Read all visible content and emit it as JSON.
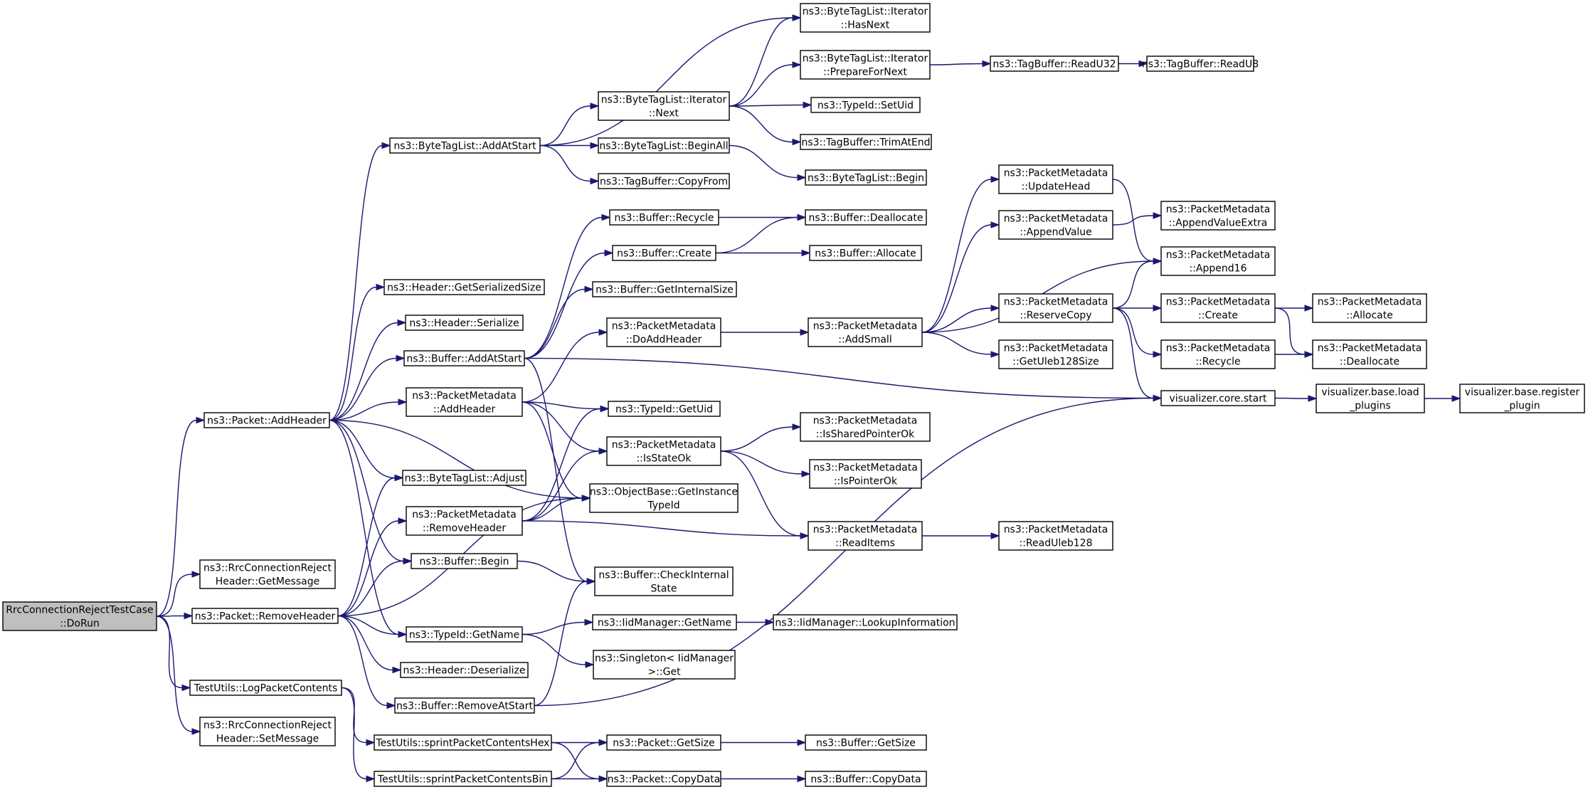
{
  "graph": {
    "title": "",
    "colors": {
      "edge": "#191970",
      "node_border": "#000000",
      "node_fill": "#ffffff",
      "root_fill": "#bfbfbf"
    },
    "nodes": [
      {
        "id": "root",
        "lines": [
          "RrcConnectionRejectTestCase",
          "::DoRun"
        ],
        "root": true
      },
      {
        "id": "getmsg",
        "lines": [
          "ns3::RrcConnectionReject",
          "Header::GetMessage"
        ]
      },
      {
        "id": "pkt_addheader",
        "lines": [
          "ns3::Packet::AddHeader"
        ]
      },
      {
        "id": "pkt_removeheader",
        "lines": [
          "ns3::Packet::RemoveHeader"
        ]
      },
      {
        "id": "logpkt",
        "lines": [
          "TestUtils::LogPacketContents"
        ]
      },
      {
        "id": "setmsg",
        "lines": [
          "ns3::RrcConnectionReject",
          "Header::SetMessage"
        ]
      },
      {
        "id": "btl_addatstart",
        "lines": [
          "ns3::ByteTagList::AddAtStart"
        ]
      },
      {
        "id": "hdr_getsersize",
        "lines": [
          "ns3::Header::GetSerializedSize"
        ]
      },
      {
        "id": "hdr_serialize",
        "lines": [
          "ns3::Header::Serialize"
        ]
      },
      {
        "id": "buf_addatstart",
        "lines": [
          "ns3::Buffer::AddAtStart"
        ]
      },
      {
        "id": "pm_addheader",
        "lines": [
          "ns3::PacketMetadata",
          "::AddHeader"
        ]
      },
      {
        "id": "btl_adjust",
        "lines": [
          "ns3::ByteTagList::Adjust"
        ]
      },
      {
        "id": "pm_removeheader",
        "lines": [
          "ns3::PacketMetadata",
          "::RemoveHeader"
        ]
      },
      {
        "id": "buf_begin",
        "lines": [
          "ns3::Buffer::Begin"
        ]
      },
      {
        "id": "tid_getname",
        "lines": [
          "ns3::TypeId::GetName"
        ]
      },
      {
        "id": "hdr_deserialize",
        "lines": [
          "ns3::Header::Deserialize"
        ]
      },
      {
        "id": "buf_removeatstart",
        "lines": [
          "ns3::Buffer::RemoveAtStart"
        ]
      },
      {
        "id": "sprint_hex",
        "lines": [
          "TestUtils::sprintPacketContentsHex"
        ]
      },
      {
        "id": "sprint_bin",
        "lines": [
          "TestUtils::sprintPacketContentsBin"
        ]
      },
      {
        "id": "btl_iter_next",
        "lines": [
          "ns3::ByteTagList::Iterator",
          "::Next"
        ]
      },
      {
        "id": "btl_beginall",
        "lines": [
          "ns3::ByteTagList::BeginAll"
        ]
      },
      {
        "id": "tb_copyfrom",
        "lines": [
          "ns3::TagBuffer::CopyFrom"
        ]
      },
      {
        "id": "buf_recycle",
        "lines": [
          "ns3::Buffer::Recycle"
        ]
      },
      {
        "id": "buf_create",
        "lines": [
          "ns3::Buffer::Create"
        ]
      },
      {
        "id": "buf_getinternalsize",
        "lines": [
          "ns3::Buffer::GetInternalSize"
        ]
      },
      {
        "id": "pm_doaddheader",
        "lines": [
          "ns3::PacketMetadata",
          "::DoAddHeader"
        ]
      },
      {
        "id": "tid_getuid",
        "lines": [
          "ns3::TypeId::GetUid"
        ]
      },
      {
        "id": "pm_isstateok",
        "lines": [
          "ns3::PacketMetadata",
          "::IsStateOk"
        ]
      },
      {
        "id": "ob_getinstance",
        "lines": [
          "ns3::ObjectBase::GetInstance",
          "TypeId"
        ]
      },
      {
        "id": "buf_checkinternal",
        "lines": [
          "ns3::Buffer::CheckInternal",
          "State"
        ]
      },
      {
        "id": "iid_getname",
        "lines": [
          "ns3::IidManager::GetName"
        ]
      },
      {
        "id": "singleton_get",
        "lines": [
          "ns3::Singleton< IidManager",
          ">::Get"
        ]
      },
      {
        "id": "pkt_getsize",
        "lines": [
          "ns3::Packet::GetSize"
        ]
      },
      {
        "id": "pkt_copydata",
        "lines": [
          "ns3::Packet::CopyData"
        ]
      },
      {
        "id": "btl_iter_hasnext",
        "lines": [
          "ns3::ByteTagList::Iterator",
          "::HasNext"
        ]
      },
      {
        "id": "btl_iter_preparefornext",
        "lines": [
          "ns3::ByteTagList::Iterator",
          "::PrepareForNext"
        ]
      },
      {
        "id": "tid_setuid",
        "lines": [
          "ns3::TypeId::SetUid"
        ]
      },
      {
        "id": "tb_trimatend",
        "lines": [
          "ns3::TagBuffer::TrimAtEnd"
        ]
      },
      {
        "id": "btl_begin",
        "lines": [
          "ns3::ByteTagList::Begin"
        ]
      },
      {
        "id": "buf_deallocate",
        "lines": [
          "ns3::Buffer::Deallocate"
        ]
      },
      {
        "id": "buf_allocate",
        "lines": [
          "ns3::Buffer::Allocate"
        ]
      },
      {
        "id": "pm_addsmall",
        "lines": [
          "ns3::PacketMetadata",
          "::AddSmall"
        ]
      },
      {
        "id": "pm_isshared",
        "lines": [
          "ns3::PacketMetadata",
          "::IsSharedPointerOk"
        ]
      },
      {
        "id": "pm_ispointer",
        "lines": [
          "ns3::PacketMetadata",
          "::IsPointerOk"
        ]
      },
      {
        "id": "pm_readitems",
        "lines": [
          "ns3::PacketMetadata",
          "::ReadItems"
        ]
      },
      {
        "id": "iid_lookup",
        "lines": [
          "ns3::IidManager::LookupInformation"
        ]
      },
      {
        "id": "buf_getsize",
        "lines": [
          "ns3::Buffer::GetSize"
        ]
      },
      {
        "id": "buf_copydata",
        "lines": [
          "ns3::Buffer::CopyData"
        ]
      },
      {
        "id": "tb_readu32",
        "lines": [
          "ns3::TagBuffer::ReadU32"
        ]
      },
      {
        "id": "tb_readu8",
        "lines": [
          "ns3::TagBuffer::ReadU8"
        ]
      },
      {
        "id": "pm_updatehead",
        "lines": [
          "ns3::PacketMetadata",
          "::UpdateHead"
        ]
      },
      {
        "id": "pm_appendvalue",
        "lines": [
          "ns3::PacketMetadata",
          "::AppendValue"
        ]
      },
      {
        "id": "pm_reservecopy",
        "lines": [
          "ns3::PacketMetadata",
          "::ReserveCopy"
        ]
      },
      {
        "id": "pm_getuleb128size",
        "lines": [
          "ns3::PacketMetadata",
          "::GetUleb128Size"
        ]
      },
      {
        "id": "pm_readuleb128",
        "lines": [
          "ns3::PacketMetadata",
          "::ReadUleb128"
        ]
      },
      {
        "id": "pm_appendvalueextra",
        "lines": [
          "ns3::PacketMetadata",
          "::AppendValueExtra"
        ]
      },
      {
        "id": "pm_append16",
        "lines": [
          "ns3::PacketMetadata",
          "::Append16"
        ]
      },
      {
        "id": "pm_create",
        "lines": [
          "ns3::PacketMetadata",
          "::Create"
        ]
      },
      {
        "id": "pm_recycle",
        "lines": [
          "ns3::PacketMetadata",
          "::Recycle"
        ]
      },
      {
        "id": "viz_core_start",
        "lines": [
          "visualizer.core.start"
        ]
      },
      {
        "id": "pm_allocate",
        "lines": [
          "ns3::PacketMetadata",
          "::Allocate"
        ]
      },
      {
        "id": "pm_deallocate",
        "lines": [
          "ns3::PacketMetadata",
          "::Deallocate"
        ]
      },
      {
        "id": "viz_base_load",
        "lines": [
          "visualizer.base.load",
          "_plugins"
        ]
      },
      {
        "id": "viz_base_register",
        "lines": [
          "visualizer.base.register",
          "_plugin"
        ]
      }
    ],
    "edges": [
      [
        "root",
        "pkt_addheader"
      ],
      [
        "root",
        "getmsg"
      ],
      [
        "root",
        "pkt_removeheader"
      ],
      [
        "root",
        "logpkt"
      ],
      [
        "root",
        "setmsg"
      ],
      [
        "pkt_addheader",
        "btl_addatstart"
      ],
      [
        "pkt_addheader",
        "hdr_getsersize"
      ],
      [
        "pkt_addheader",
        "hdr_serialize"
      ],
      [
        "pkt_addheader",
        "buf_addatstart"
      ],
      [
        "pkt_addheader",
        "pm_addheader"
      ],
      [
        "pkt_addheader",
        "btl_adjust"
      ],
      [
        "pkt_addheader",
        "ob_getinstance"
      ],
      [
        "pkt_addheader",
        "buf_begin"
      ],
      [
        "pkt_addheader",
        "tid_getname"
      ],
      [
        "pkt_removeheader",
        "btl_adjust"
      ],
      [
        "pkt_removeheader",
        "pm_removeheader"
      ],
      [
        "pkt_removeheader",
        "buf_begin"
      ],
      [
        "pkt_removeheader",
        "ob_getinstance"
      ],
      [
        "pkt_removeheader",
        "tid_getname"
      ],
      [
        "pkt_removeheader",
        "hdr_deserialize"
      ],
      [
        "pkt_removeheader",
        "buf_removeatstart"
      ],
      [
        "logpkt",
        "sprint_hex"
      ],
      [
        "logpkt",
        "sprint_bin"
      ],
      [
        "btl_addatstart",
        "btl_iter_hasnext"
      ],
      [
        "btl_addatstart",
        "btl_iter_next"
      ],
      [
        "btl_addatstart",
        "btl_beginall"
      ],
      [
        "btl_addatstart",
        "tb_copyfrom"
      ],
      [
        "btl_iter_next",
        "btl_iter_hasnext"
      ],
      [
        "btl_iter_next",
        "btl_iter_preparefornext"
      ],
      [
        "btl_iter_next",
        "tid_setuid"
      ],
      [
        "btl_iter_next",
        "tb_trimatend"
      ],
      [
        "btl_iter_preparefornext",
        "tb_readu32"
      ],
      [
        "tb_readu32",
        "tb_readu8"
      ],
      [
        "btl_beginall",
        "btl_begin"
      ],
      [
        "buf_addatstart",
        "buf_recycle"
      ],
      [
        "buf_addatstart",
        "buf_create"
      ],
      [
        "buf_addatstart",
        "buf_getinternalsize"
      ],
      [
        "buf_addatstart",
        "buf_checkinternal"
      ],
      [
        "buf_addatstart",
        "viz_core_start"
      ],
      [
        "buf_recycle",
        "buf_deallocate"
      ],
      [
        "buf_create",
        "buf_deallocate"
      ],
      [
        "buf_create",
        "buf_allocate"
      ],
      [
        "pm_addheader",
        "pm_doaddheader"
      ],
      [
        "pm_addheader",
        "tid_getuid"
      ],
      [
        "pm_addheader",
        "pm_isstateok"
      ],
      [
        "pm_addheader",
        "ob_getinstance"
      ],
      [
        "pm_doaddheader",
        "pm_addsmall"
      ],
      [
        "pm_addsmall",
        "pm_updatehead"
      ],
      [
        "pm_addsmall",
        "pm_appendvalue"
      ],
      [
        "pm_addsmall",
        "pm_append16"
      ],
      [
        "pm_addsmall",
        "pm_reservecopy"
      ],
      [
        "pm_addsmall",
        "pm_getuleb128size"
      ],
      [
        "pm_updatehead",
        "pm_append16"
      ],
      [
        "pm_appendvalue",
        "pm_appendvalueextra"
      ],
      [
        "pm_reservecopy",
        "pm_append16"
      ],
      [
        "pm_reservecopy",
        "pm_create"
      ],
      [
        "pm_reservecopy",
        "pm_recycle"
      ],
      [
        "pm_reservecopy",
        "viz_core_start"
      ],
      [
        "pm_create",
        "pm_allocate"
      ],
      [
        "pm_create",
        "pm_deallocate"
      ],
      [
        "pm_recycle",
        "pm_deallocate"
      ],
      [
        "viz_core_start",
        "viz_base_load"
      ],
      [
        "viz_base_load",
        "viz_base_register"
      ],
      [
        "pm_isstateok",
        "pm_isshared"
      ],
      [
        "pm_isstateok",
        "pm_ispointer"
      ],
      [
        "pm_isstateok",
        "pm_readitems"
      ],
      [
        "pm_readitems",
        "pm_readuleb128"
      ],
      [
        "pm_removeheader",
        "tid_getuid"
      ],
      [
        "pm_removeheader",
        "pm_isstateok"
      ],
      [
        "pm_removeheader",
        "ob_getinstance"
      ],
      [
        "pm_removeheader",
        "pm_readitems"
      ],
      [
        "buf_begin",
        "buf_checkinternal"
      ],
      [
        "tid_getname",
        "iid_getname"
      ],
      [
        "tid_getname",
        "singleton_get"
      ],
      [
        "iid_getname",
        "iid_lookup"
      ],
      [
        "buf_removeatstart",
        "buf_checkinternal"
      ],
      [
        "buf_removeatstart",
        "viz_core_start"
      ],
      [
        "sprint_hex",
        "pkt_getsize"
      ],
      [
        "sprint_hex",
        "pkt_copydata"
      ],
      [
        "sprint_bin",
        "pkt_getsize"
      ],
      [
        "sprint_bin",
        "pkt_copydata"
      ],
      [
        "pkt_getsize",
        "buf_getsize"
      ],
      [
        "pkt_copydata",
        "buf_copydata"
      ]
    ]
  }
}
